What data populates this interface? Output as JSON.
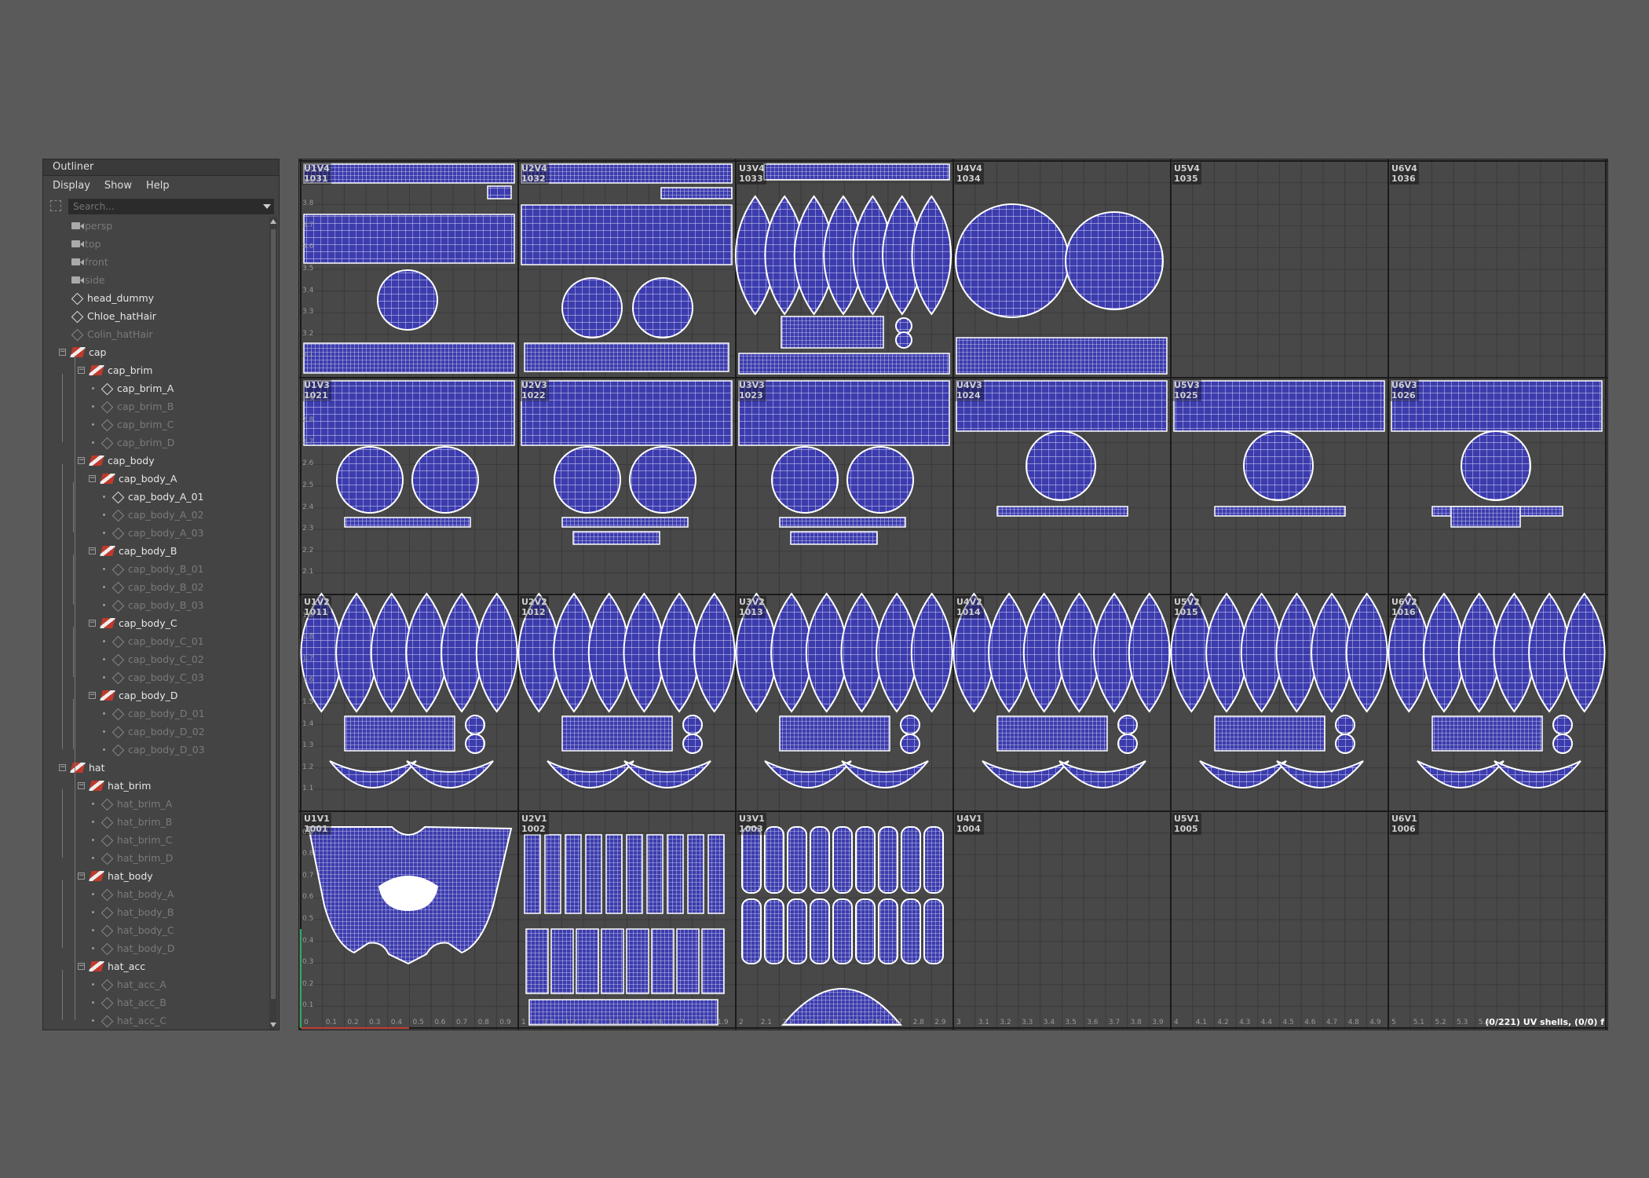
{
  "outliner": {
    "title": "Outliner",
    "menu": [
      "Display",
      "Show",
      "Help"
    ],
    "search_placeholder": "Search...",
    "items": [
      {
        "label": "persp",
        "depth": 0,
        "kind": "camera",
        "visible": false
      },
      {
        "label": "top",
        "depth": 0,
        "kind": "camera",
        "visible": false
      },
      {
        "label": "front",
        "depth": 0,
        "kind": "camera",
        "visible": false
      },
      {
        "label": "side",
        "depth": 0,
        "kind": "camera",
        "visible": false
      },
      {
        "label": "head_dummy",
        "depth": 0,
        "kind": "mesh",
        "visible": true
      },
      {
        "label": "Chloe_hatHair",
        "depth": 0,
        "kind": "mesh",
        "visible": true
      },
      {
        "label": "Colin_hatHair",
        "depth": 0,
        "kind": "mesh",
        "visible": false
      },
      {
        "label": "cap",
        "depth": 0,
        "kind": "group",
        "visible": true,
        "expand": true
      },
      {
        "label": "cap_brim",
        "depth": 1,
        "kind": "group",
        "visible": true,
        "expand": true
      },
      {
        "label": "cap_brim_A",
        "depth": 2,
        "kind": "mesh",
        "visible": true
      },
      {
        "label": "cap_brim_B",
        "depth": 2,
        "kind": "mesh",
        "visible": false
      },
      {
        "label": "cap_brim_C",
        "depth": 2,
        "kind": "mesh",
        "visible": false
      },
      {
        "label": "cap_brim_D",
        "depth": 2,
        "kind": "mesh",
        "visible": false
      },
      {
        "label": "cap_body",
        "depth": 1,
        "kind": "group",
        "visible": true,
        "expand": true
      },
      {
        "label": "cap_body_A",
        "depth": 2,
        "kind": "group",
        "visible": true,
        "expand": true
      },
      {
        "label": "cap_body_A_01",
        "depth": 3,
        "kind": "mesh",
        "visible": true
      },
      {
        "label": "cap_body_A_02",
        "depth": 3,
        "kind": "mesh",
        "visible": false
      },
      {
        "label": "cap_body_A_03",
        "depth": 3,
        "kind": "mesh",
        "visible": false
      },
      {
        "label": "cap_body_B",
        "depth": 2,
        "kind": "group",
        "visible": true,
        "expand": true
      },
      {
        "label": "cap_body_B_01",
        "depth": 3,
        "kind": "mesh",
        "visible": false
      },
      {
        "label": "cap_body_B_02",
        "depth": 3,
        "kind": "mesh",
        "visible": false
      },
      {
        "label": "cap_body_B_03",
        "depth": 3,
        "kind": "mesh",
        "visible": false
      },
      {
        "label": "cap_body_C",
        "depth": 2,
        "kind": "group",
        "visible": true,
        "expand": true
      },
      {
        "label": "cap_body_C_01",
        "depth": 3,
        "kind": "mesh",
        "visible": false
      },
      {
        "label": "cap_body_C_02",
        "depth": 3,
        "kind": "mesh",
        "visible": false
      },
      {
        "label": "cap_body_C_03",
        "depth": 3,
        "kind": "mesh",
        "visible": false
      },
      {
        "label": "cap_body_D",
        "depth": 2,
        "kind": "group",
        "visible": true,
        "expand": true
      },
      {
        "label": "cap_body_D_01",
        "depth": 3,
        "kind": "mesh",
        "visible": false
      },
      {
        "label": "cap_body_D_02",
        "depth": 3,
        "kind": "mesh",
        "visible": false
      },
      {
        "label": "cap_body_D_03",
        "depth": 3,
        "kind": "mesh",
        "visible": false
      },
      {
        "label": "hat",
        "depth": 0,
        "kind": "group",
        "visible": true,
        "expand": true
      },
      {
        "label": "hat_brim",
        "depth": 1,
        "kind": "group",
        "visible": true,
        "expand": true
      },
      {
        "label": "hat_brim_A",
        "depth": 2,
        "kind": "mesh",
        "visible": false
      },
      {
        "label": "hat_brim_B",
        "depth": 2,
        "kind": "mesh",
        "visible": false
      },
      {
        "label": "hat_brim_C",
        "depth": 2,
        "kind": "mesh",
        "visible": false
      },
      {
        "label": "hat_brim_D",
        "depth": 2,
        "kind": "mesh",
        "visible": false
      },
      {
        "label": "hat_body",
        "depth": 1,
        "kind": "group",
        "visible": true,
        "expand": true
      },
      {
        "label": "hat_body_A",
        "depth": 2,
        "kind": "mesh",
        "visible": false
      },
      {
        "label": "hat_body_B",
        "depth": 2,
        "kind": "mesh",
        "visible": false
      },
      {
        "label": "hat_body_C",
        "depth": 2,
        "kind": "mesh",
        "visible": false
      },
      {
        "label": "hat_body_D",
        "depth": 2,
        "kind": "mesh",
        "visible": false
      },
      {
        "label": "hat_acc",
        "depth": 1,
        "kind": "group",
        "visible": true,
        "expand": true
      },
      {
        "label": "hat_acc_A",
        "depth": 2,
        "kind": "mesh",
        "visible": false
      },
      {
        "label": "hat_acc_B",
        "depth": 2,
        "kind": "mesh",
        "visible": false
      },
      {
        "label": "hat_acc_C",
        "depth": 2,
        "kind": "mesh",
        "visible": false
      }
    ]
  },
  "uv_editor": {
    "tiles": [
      {
        "name": "U1V4",
        "udim": "1031",
        "content": "strips-circle"
      },
      {
        "name": "U2V4",
        "udim": "1032",
        "content": "strips-2circles"
      },
      {
        "name": "U3V4",
        "udim": "1033",
        "content": "petals-strips"
      },
      {
        "name": "U4V4",
        "udim": "1034",
        "content": "2bigcircles"
      },
      {
        "name": "U5V4",
        "udim": "1035",
        "content": "empty"
      },
      {
        "name": "U6V4",
        "udim": "1036",
        "content": "empty"
      },
      {
        "name": "U1V3",
        "udim": "1021",
        "content": "band-2circles"
      },
      {
        "name": "U2V3",
        "udim": "1022",
        "content": "band-2circles"
      },
      {
        "name": "U3V3",
        "udim": "1023",
        "content": "band-2circles"
      },
      {
        "name": "U4V3",
        "udim": "1024",
        "content": "band-1circle"
      },
      {
        "name": "U5V3",
        "udim": "1025",
        "content": "band-1circle"
      },
      {
        "name": "U6V3",
        "udim": "1026",
        "content": "band-1circle"
      },
      {
        "name": "U1V2",
        "udim": "1011",
        "content": "petals-full"
      },
      {
        "name": "U2V2",
        "udim": "1012",
        "content": "petals-full"
      },
      {
        "name": "U3V2",
        "udim": "1013",
        "content": "petals-full"
      },
      {
        "name": "U4V2",
        "udim": "1014",
        "content": "petals-full"
      },
      {
        "name": "U5V2",
        "udim": "1015",
        "content": "petals-full"
      },
      {
        "name": "U6V2",
        "udim": "1016",
        "content": "petals-full"
      },
      {
        "name": "U1V1",
        "udim": "1001",
        "content": "face"
      },
      {
        "name": "U2V1",
        "udim": "1002",
        "content": "hair-strands"
      },
      {
        "name": "U3V1",
        "udim": "1003",
        "content": "hair-pills"
      },
      {
        "name": "U4V1",
        "udim": "1004",
        "content": "empty"
      },
      {
        "name": "U5V1",
        "udim": "1005",
        "content": "empty"
      },
      {
        "name": "U6V1",
        "udim": "1006",
        "content": "empty"
      }
    ],
    "status": "(0/221) UV shells, (0/0) f",
    "x_ticks": [
      "0",
      "0.1",
      "0.2",
      "0.3",
      "0.4",
      "0.5",
      "0.6",
      "0.7",
      "0.8",
      "0.9",
      "1",
      "1.1",
      "1.2",
      "1.3",
      "1.4",
      "1.5",
      "1.6",
      "1.7",
      "1.8",
      "1.9",
      "2",
      "2.1",
      "2.2",
      "2.3",
      "2.4",
      "2.5",
      "2.6",
      "2.7",
      "2.8",
      "2.9",
      "3",
      "3.1",
      "3.2",
      "3.3",
      "3.4",
      "3.5",
      "3.6",
      "3.7",
      "3.8",
      "3.9",
      "4",
      "4.1",
      "4.2",
      "4.3",
      "4.4",
      "4.5",
      "4.6",
      "4.7",
      "4.8",
      "4.9",
      "5",
      "5.1",
      "5.2",
      "5.3",
      "5.4"
    ],
    "y_ticks": [
      "0.1",
      "0.2",
      "0.3",
      "0.4",
      "0.5",
      "0.6",
      "0.7",
      "0.8",
      "0.9",
      "1.1",
      "1.2",
      "1.3",
      "1.4",
      "1.5",
      "1.6",
      "1.7",
      "1.8",
      "1.9",
      "2.1",
      "2.2",
      "2.3",
      "2.4",
      "2.5",
      "2.6",
      "2.7",
      "2.8",
      "2.9",
      "3.1",
      "3.2",
      "3.3",
      "3.4",
      "3.5",
      "3.6",
      "3.7",
      "3.8",
      "3.9"
    ],
    "colors": {
      "uv_fill": "#3c3cae",
      "uv_line": "#ffffff",
      "grid_major": "#1a1a1a",
      "grid_minor": "#3a3a3a",
      "bg": "#484848"
    }
  }
}
